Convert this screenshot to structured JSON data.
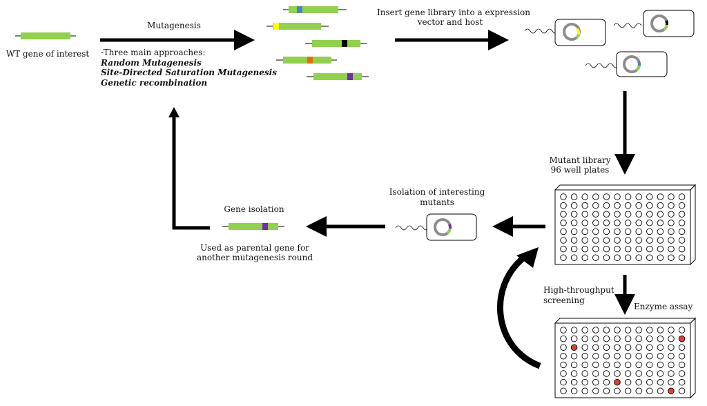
{
  "labels": {
    "wt_gene": "WT gene of interest",
    "mutagenesis": "Mutagenesis",
    "approaches_intro": "-Three main approaches:",
    "approach_1": "Random Mutagenesis",
    "approach_2": "Site-Directed Saturation Mutagenesis",
    "approach_3": "Genetic recombination",
    "insert_line1": "Insert gene library into a expression",
    "insert_line2": "vector and host",
    "mutant_line1": "Mutant library",
    "mutant_line2": "96 well plates",
    "isolation_mutants_line1": "Isolation of interesting",
    "isolation_mutants_line2": "mutants",
    "gene_isolation": "Gene isolation",
    "parental_line1": "Used as parental gene for",
    "parental_line2": "another mutagenesis round",
    "hts_line1": "High-throughput",
    "hts_line2": "screening",
    "enzyme_assay": "Enzyme assay"
  },
  "colors": {
    "gene": "#92d050",
    "mutation_blue": "#4f81bd",
    "mutation_yellow": "#ffff00",
    "mutation_black": "#000000",
    "mutation_orange": "#e46c0a",
    "mutation_purple": "#7030a0",
    "hit_well": "#d9413a",
    "plasmid": "#8c8c8c"
  }
}
